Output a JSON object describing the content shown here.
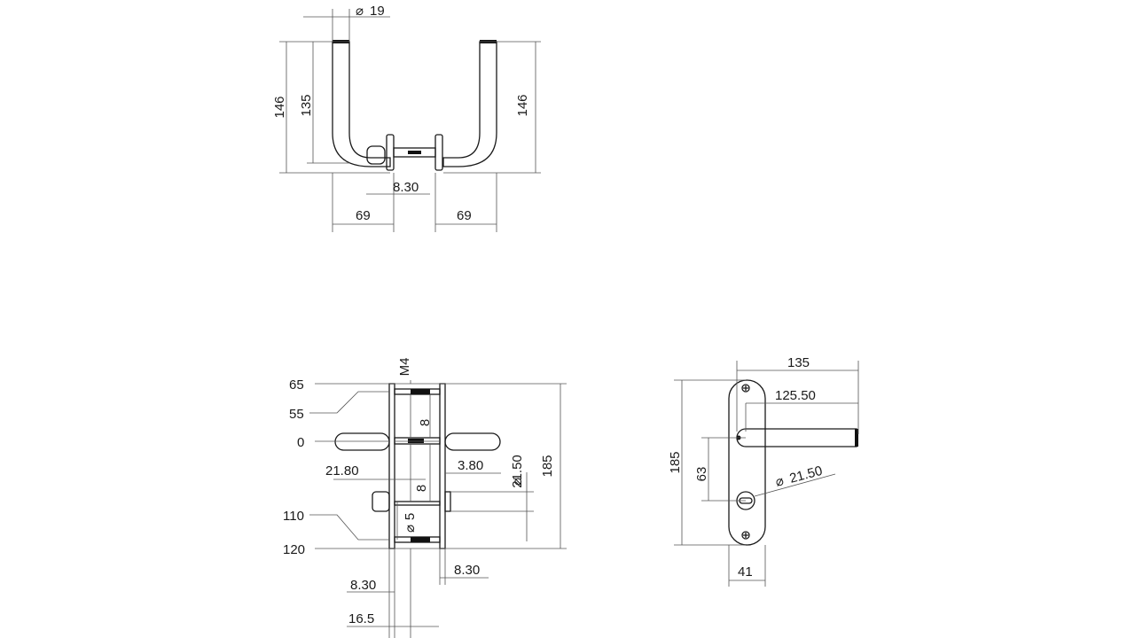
{
  "colors": {
    "line": "#1a1a1a",
    "dim_line": "#555555",
    "background": "#ffffff"
  },
  "top_view": {
    "dia_19": "19",
    "h_146_left": "146",
    "h_135": "135",
    "h_146_right": "146",
    "w_8_30": "8.30",
    "w_69_left": "69",
    "w_69_right": "69"
  },
  "side_view": {
    "y_65": "65",
    "y_55": "55",
    "y_0": "0",
    "y_110": "110",
    "y_120": "120",
    "thread_m4": "M4",
    "gap_8_top": "8",
    "gap_8_mid": "8",
    "w_21_80": "21.80",
    "w_3_80": "3.80",
    "dia_21_50": "21.50",
    "dia_5": "5",
    "h_185": "185",
    "w_8_30_left": "8.30",
    "w_8_30_right": "8.30",
    "w_16_5": "16.5"
  },
  "front_view": {
    "w_135": "135",
    "w_125_50": "125.50",
    "h_185": "185",
    "h_63": "63",
    "dia_21_50": "21.50",
    "w_41": "41"
  }
}
